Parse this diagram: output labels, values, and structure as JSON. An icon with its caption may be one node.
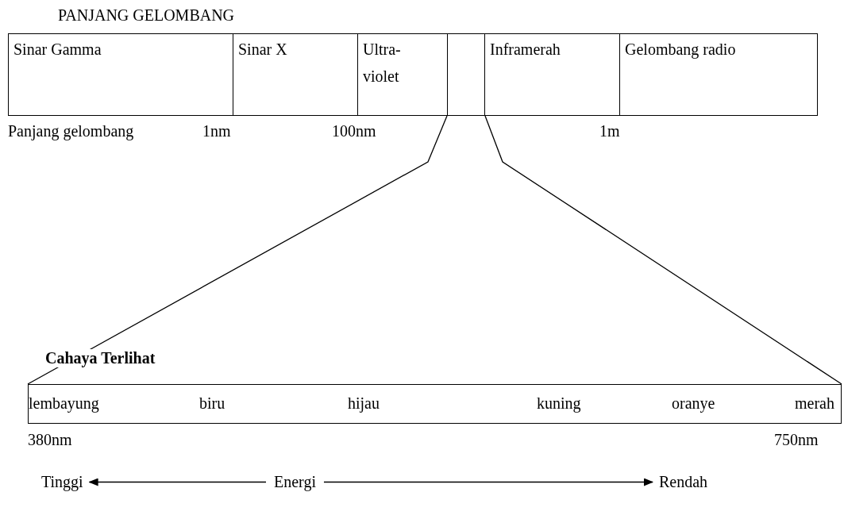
{
  "diagram": {
    "title": "PANJANG GELOMBANG",
    "nodes": [
      {
        "text": [
          "Sinar Gamma"
        ]
      },
      {
        "text": [
          "Sinar X"
        ]
      },
      {
        "text": [
          "Ultra-violet"
        ]
      },
      {
        "text": [],
        "shape": "box"
      },
      {
        "text": [
          "Inframerah"
        ]
      },
      {
        "text": [
          "Gelombang radio"
        ]
      },
      {
        "text": [
          "Cahaya Terlihat",
          "lembayung",
          "biru",
          "hijau",
          "kuning",
          "oranye",
          "merah"
        ]
      },
      {
        "text": [
          "Tinggi"
        ]
      },
      {
        "text": [
          "Energi"
        ]
      },
      {
        "text": [
          "Rendah"
        ]
      }
    ],
    "edges": [
      {
        "from": 3,
        "to": 6,
        "arrow": "none"
      },
      {
        "from": 3,
        "to": 6,
        "arrow": "none"
      },
      {
        "from": 8,
        "to": 7,
        "arrow": "to"
      },
      {
        "from": 8,
        "to": 9,
        "arrow": "to"
      }
    ],
    "labels": [
      "Panjang gelombang",
      "1nm",
      "100nm",
      "1m",
      "380nm",
      "750nm"
    ]
  }
}
